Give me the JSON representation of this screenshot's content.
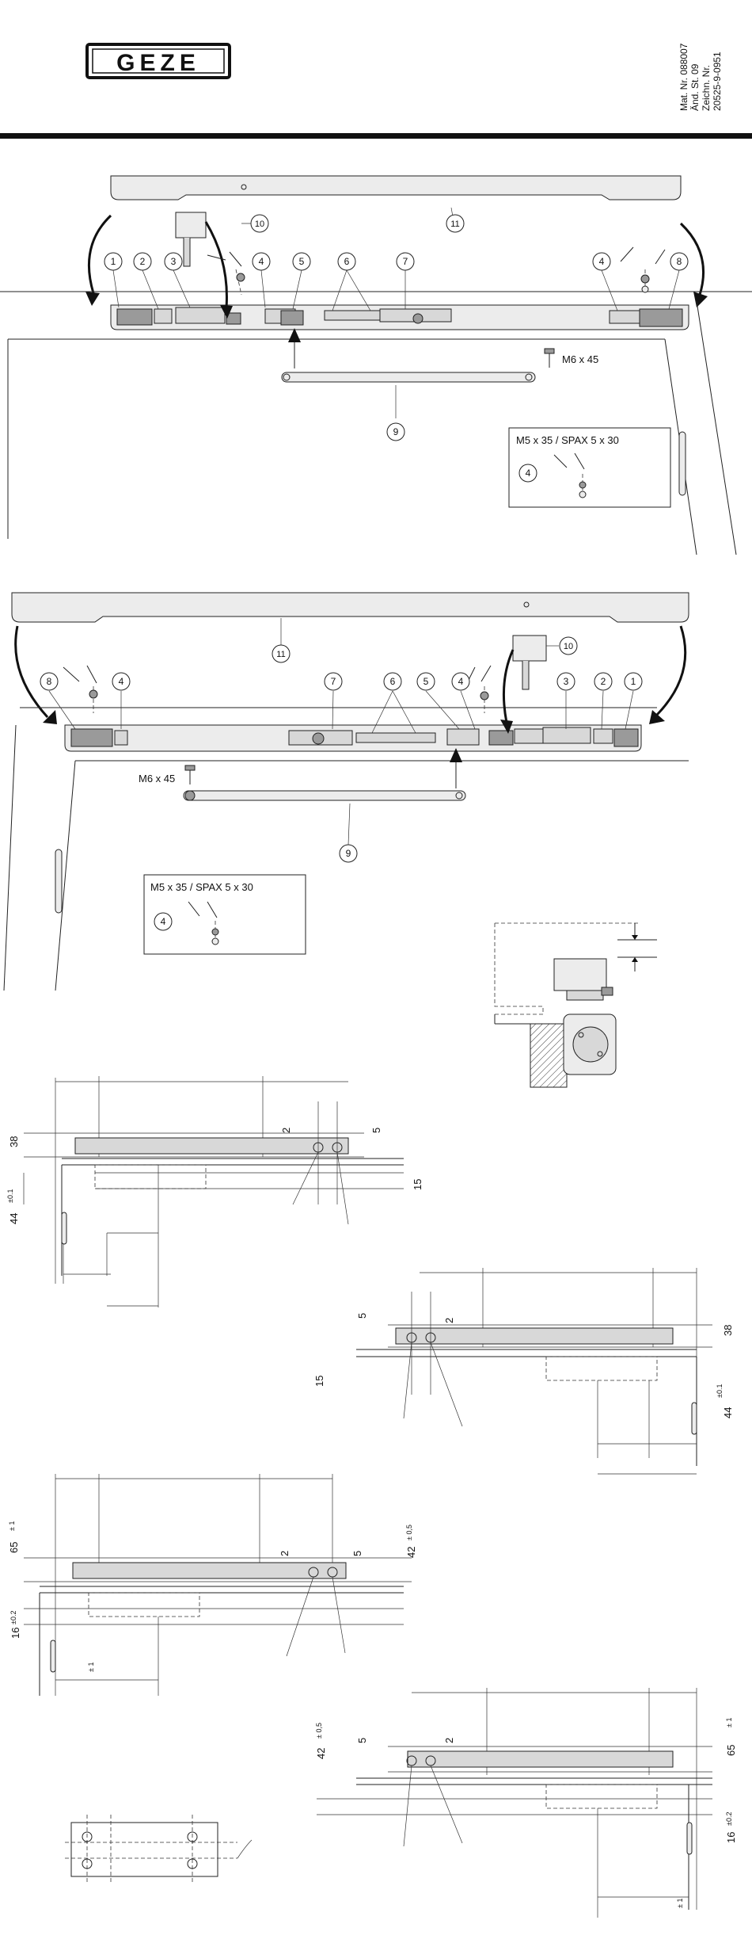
{
  "header": {
    "logo_text": "GEZE",
    "mat_nr": "Mat. Nr. 088007",
    "aend_st": "Änd. St. 09",
    "zeichn_label": "Zeichn. Nr.",
    "zeichn_nr": "20525-9-0951"
  },
  "parts": {
    "p1": "1",
    "p2": "2",
    "p3": "3",
    "p4": "4",
    "p5": "5",
    "p6": "6",
    "p7": "7",
    "p8": "8",
    "p9": "9",
    "p10": "10",
    "p11": "11"
  },
  "labels": {
    "bolt": "M6 x 45",
    "screws": "M5 x 35 / SPAX 5 x 30"
  },
  "dimensions": {
    "d38": "38",
    "d44": "44",
    "tol01": "±0.1",
    "d15": "15",
    "d2": "2",
    "d5": "5",
    "d65": "65",
    "tol1": "± 1",
    "d42": "42",
    "tol05": "± 0,5",
    "d16": "16",
    "tol02": "±0.2",
    "pm1": "± 1"
  }
}
